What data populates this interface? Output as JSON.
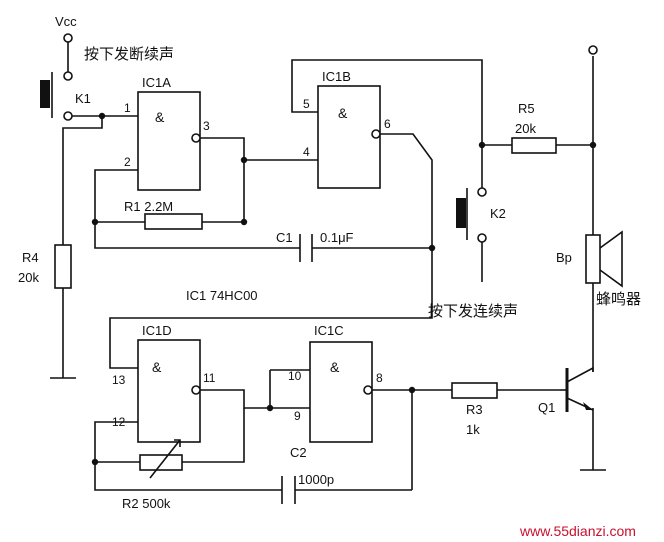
{
  "labels": {
    "vcc": "Vcc",
    "k1_caption": "按下发断续声",
    "k1": "K1",
    "k2": "K2",
    "k2_caption": "按下发连续声",
    "r1": "R1  2.2M",
    "r2": "R2  500k",
    "r3": "R3",
    "r3_value": "1k",
    "r4": "R4",
    "r4_value": "20k",
    "r5": "R5",
    "r5_value": "20k",
    "c1": "C1",
    "c1_value": "0.1μF",
    "c2": "C2",
    "c2_value": "1000p",
    "q1": "Q1",
    "bp": "Bp",
    "buzzer_caption": "蜂鸣器",
    "ic_note": "IC1  74HC00",
    "watermark": "www.55dianzi.com"
  },
  "gates": {
    "ic1a": {
      "name": "IC1A",
      "symbol": "&",
      "pins": [
        "1",
        "2",
        "3"
      ]
    },
    "ic1b": {
      "name": "IC1B",
      "symbol": "&",
      "pins": [
        "5",
        "4",
        "6"
      ]
    },
    "ic1d": {
      "name": "IC1D",
      "symbol": "&",
      "pins": [
        "13",
        "12",
        "11"
      ]
    },
    "ic1c": {
      "name": "IC1C",
      "symbol": "&",
      "pins": [
        "10",
        "9",
        "8"
      ]
    }
  }
}
